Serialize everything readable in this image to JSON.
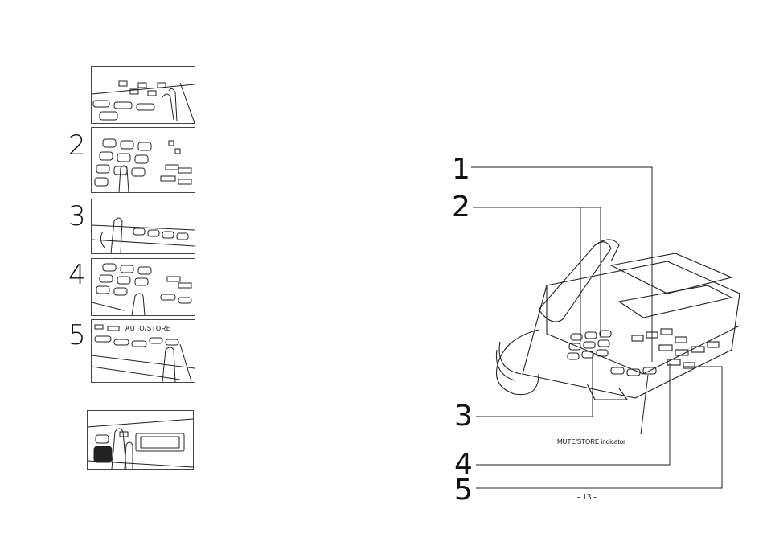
{
  "steps": [
    {
      "number": "",
      "label": ""
    },
    {
      "number": "2",
      "label": ""
    },
    {
      "number": "3",
      "label": ""
    },
    {
      "number": "4",
      "label": ""
    },
    {
      "number": "5",
      "label": "AUTO/STORE"
    },
    {
      "number": "",
      "label": ""
    }
  ],
  "phone_callouts": [
    "1",
    "2",
    "3",
    "4",
    "5"
  ],
  "indicator_label": "MUTE/STORE indicator",
  "page_number": "- 13 -"
}
